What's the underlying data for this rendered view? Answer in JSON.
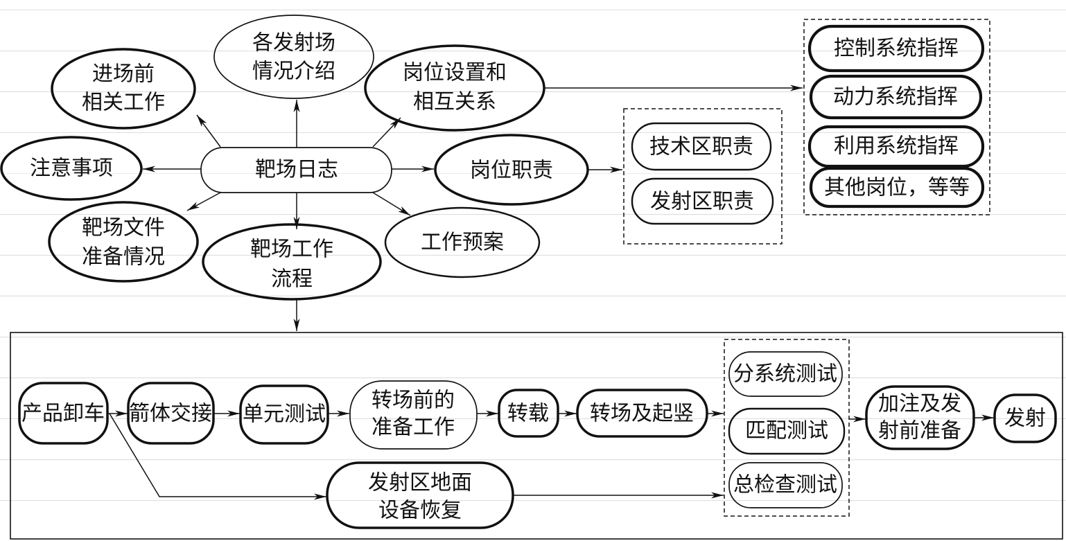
{
  "hub": "靶场日志",
  "satellites": {
    "pre_entry": [
      "进场前",
      "相关工作"
    ],
    "sites_intro": [
      "各发射场",
      "情况介绍"
    ],
    "post_setup": [
      "岗位设置和",
      "相互关系"
    ],
    "precautions": "注意事项",
    "post_duties": "岗位职责",
    "range_docs": [
      "靶场文件",
      "准备情况"
    ],
    "workflow": [
      "靶场工作",
      "流程"
    ],
    "work_plan": "工作预案"
  },
  "duty_areas": [
    "技术区职责",
    "发射区职责"
  ],
  "commands": [
    "控制系统指挥",
    "动力系统指挥",
    "利用系统指挥",
    "其他岗位，等等"
  ],
  "process": {
    "unload": "产品卸车",
    "handover": "箭体交接",
    "unit_test": "单元测试",
    "pre_transfer": [
      "转场前的",
      "准备工作"
    ],
    "transship": "转载",
    "transfer_erect": "转场及起竖",
    "tests": [
      "分系统测试",
      "匹配测试",
      "总检查测试"
    ],
    "fueling": [
      "加注及发",
      "射前准备"
    ],
    "launch": "发射",
    "ground_restore": [
      "发射区地面",
      "设备恢复"
    ]
  }
}
